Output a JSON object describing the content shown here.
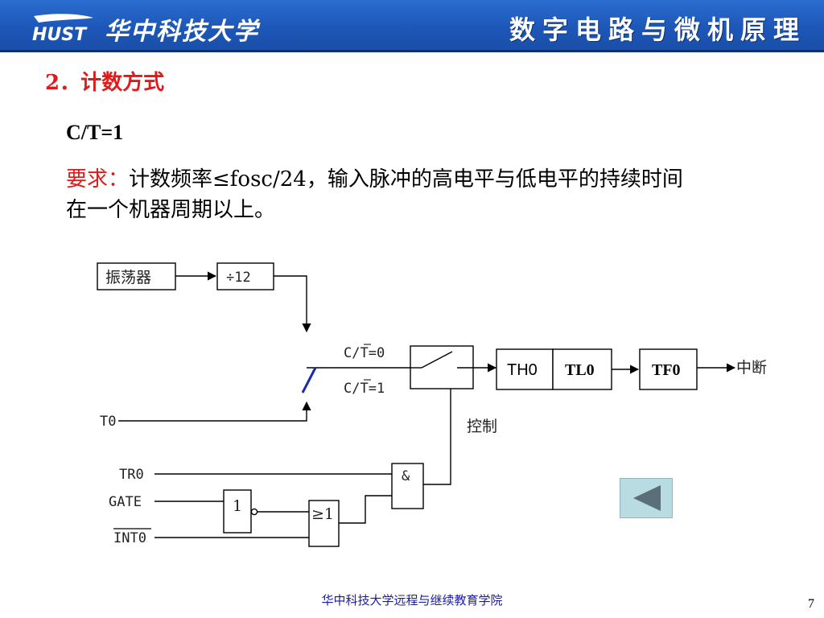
{
  "header": {
    "logo_text": "华中科技大学",
    "course_title": "数字电路与微机原理"
  },
  "section": {
    "title": "2．计数方式",
    "mode": "C/T=1",
    "requirement_key": "要求：",
    "requirement_text": "计数频率≤fosc/24，输入脉冲的高电平与低电平的持续时间在一个机器周期以上。"
  },
  "diagram": {
    "oscillator": "振荡器",
    "divider": "÷12",
    "ct0": "C/T=0",
    "ct1": "C/T=1",
    "t0": "T0",
    "th0": "TH0",
    "tl0": "TL0",
    "tf0": "TF0",
    "interrupt": "中断",
    "control": "控制",
    "tr0": "TR0",
    "gate": "GATE",
    "int0": "INT0",
    "not_gate": "1",
    "or_gate": "≥1",
    "and_gate": "&"
  },
  "footer": {
    "institution": "华中科技大学远程与继续教育学院",
    "page_number": "7"
  }
}
